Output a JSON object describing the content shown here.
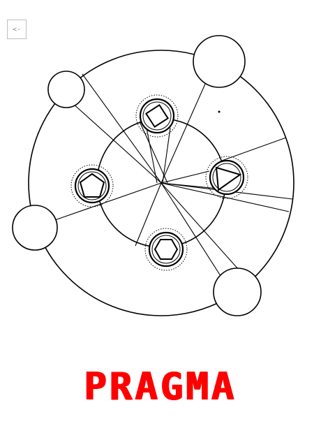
{
  "back_button": {
    "label": "<-",
    "icon": "back-arrow-icon"
  },
  "title": {
    "text": "PRAGMA",
    "color": "#ff0000"
  },
  "colors": {
    "ink": "#000000",
    "background": "#ffffff"
  },
  "sockets": [
    {
      "name": "square-socket",
      "shape": "square"
    },
    {
      "name": "triangle-socket",
      "shape": "triangle"
    },
    {
      "name": "hexagon-socket",
      "shape": "hexagon"
    },
    {
      "name": "pentagon-socket",
      "shape": "pentagon"
    }
  ],
  "orbs": [
    {
      "name": "orb-top-left"
    },
    {
      "name": "orb-top-right"
    },
    {
      "name": "orb-left"
    },
    {
      "name": "orb-bottom-right"
    }
  ]
}
